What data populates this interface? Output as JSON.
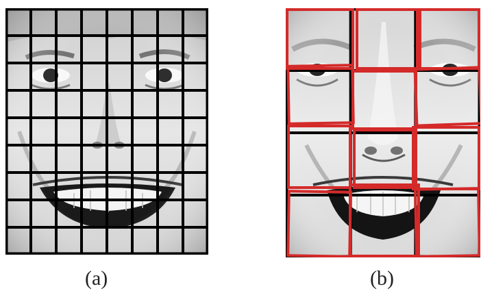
{
  "figure": {
    "panels": [
      {
        "caption": "(a)",
        "content": "face-photo",
        "grid": {
          "rows": 9,
          "cols": 8,
          "line_color": "#000000"
        }
      },
      {
        "caption": "(b)",
        "content": "face-photo",
        "grid": {
          "rows": 4,
          "cols": 3,
          "line_color": "#000000"
        },
        "highlight_color": "#d42a2a"
      }
    ]
  }
}
